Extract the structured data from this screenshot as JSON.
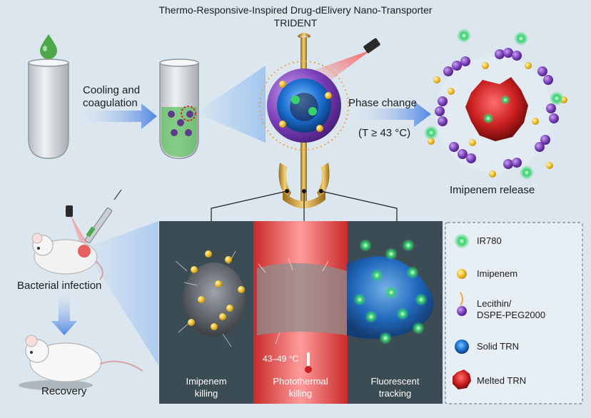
{
  "title": {
    "line1": "Thermo-Responsive-Inspired Drug-dElivery Nano-Transporter",
    "line2": "TRIDENT"
  },
  "process": {
    "step1": "Cooling and",
    "step1b": "coagulation",
    "phase_change": "Phase change",
    "condition": "(T ≥ 43 °C)",
    "release": "Imipenem release"
  },
  "mouse": {
    "infection": "Bacterial infection",
    "recovery": "Recovery"
  },
  "panels": {
    "p1_line1": "Imipenem",
    "p1_line2": "killing",
    "p2_line1": "Photothermal",
    "p2_line2": "killing",
    "p2_temp": "43–49 °C",
    "p3_line1": "Fluorescent",
    "p3_line2": "tracking"
  },
  "legend": {
    "ir780": "IR780",
    "imipenem": "Imipenem",
    "lecithin1": "Lecithin/",
    "lecithin2": "DSPE-PEG2000",
    "solid": "Solid TRN",
    "melted": "Melted TRN"
  },
  "colors": {
    "background": "#dbe6ef",
    "arrow": "#5b8ee6",
    "lipid": "#7a3fb8",
    "imipenem": "#f2c531",
    "ir780": "#35d36a",
    "solid_trn": "#1c6fd0",
    "melted_trn": "#c91f1f",
    "panel_dark": "#3c4c55",
    "panel_red": "#d93a3a"
  }
}
